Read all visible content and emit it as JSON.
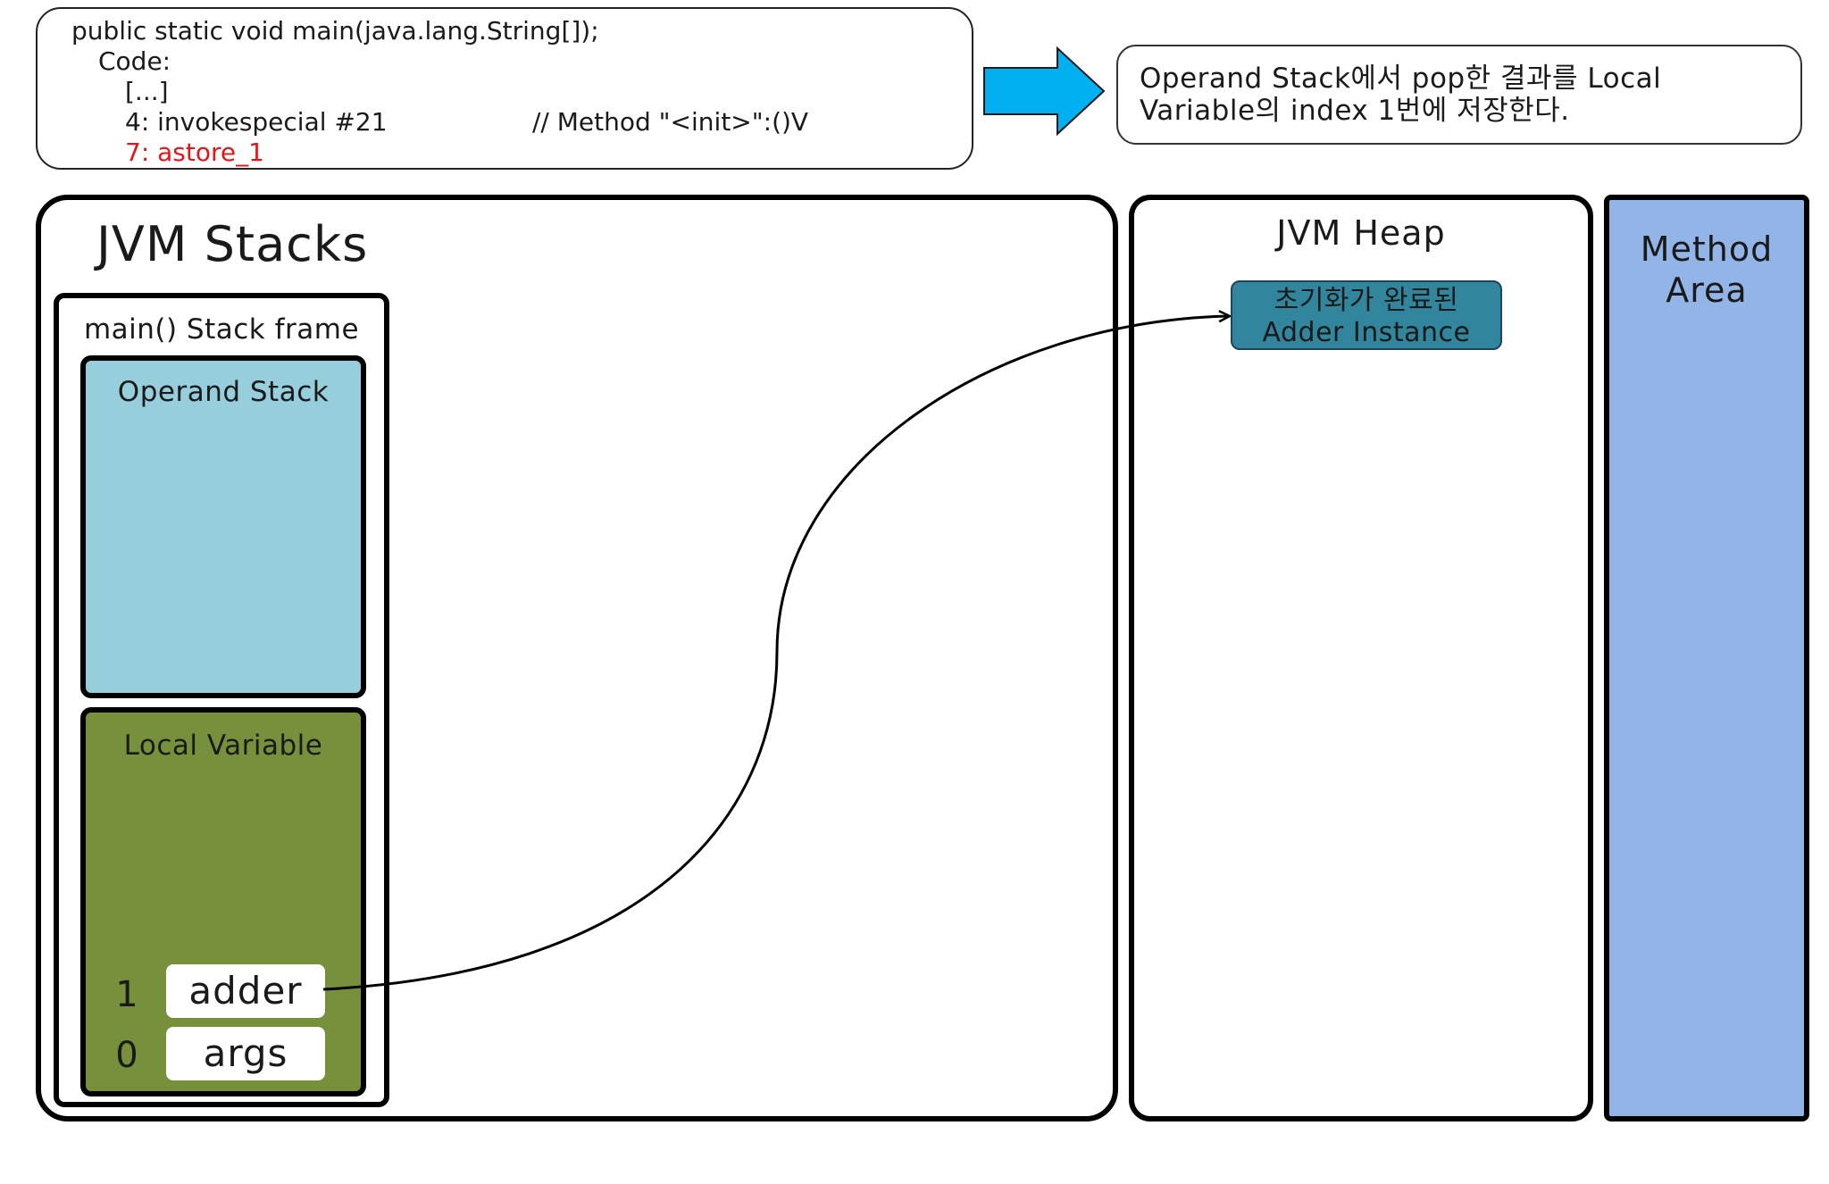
{
  "code": {
    "lines": [
      "public static void main(java.lang.String[]);",
      "Code:",
      "[...]",
      "4: invokespecial #21",
      "// Method \"<init>\":()V",
      "7: astore_1"
    ],
    "colors": {
      "highlight": "#e8141a"
    }
  },
  "explanation": {
    "line1": "Operand Stack에서 pop한 결과를 Local",
    "line2": "Variable의 index 1번에 저장한다."
  },
  "arrow": {
    "icon": "right-arrow-icon",
    "color": "#00b0f0"
  },
  "jvm_stacks": {
    "title": "JVM Stacks",
    "frame": {
      "title": "main() Stack frame",
      "operand_stack": {
        "title": "Operand Stack",
        "color": "#97cedc"
      },
      "local_variable": {
        "title": "Local Variable",
        "color": "#77903c",
        "slots": [
          {
            "index": "1",
            "name": "adder"
          },
          {
            "index": "0",
            "name": "args"
          }
        ]
      }
    }
  },
  "jvm_heap": {
    "title": "JVM Heap",
    "instance": {
      "line1": "초기화가 완료된",
      "line2": "Adder Instance",
      "color": "#31869e"
    }
  },
  "method_area": {
    "line1": "Method",
    "line2": "Area",
    "color": "#93b4e6"
  }
}
